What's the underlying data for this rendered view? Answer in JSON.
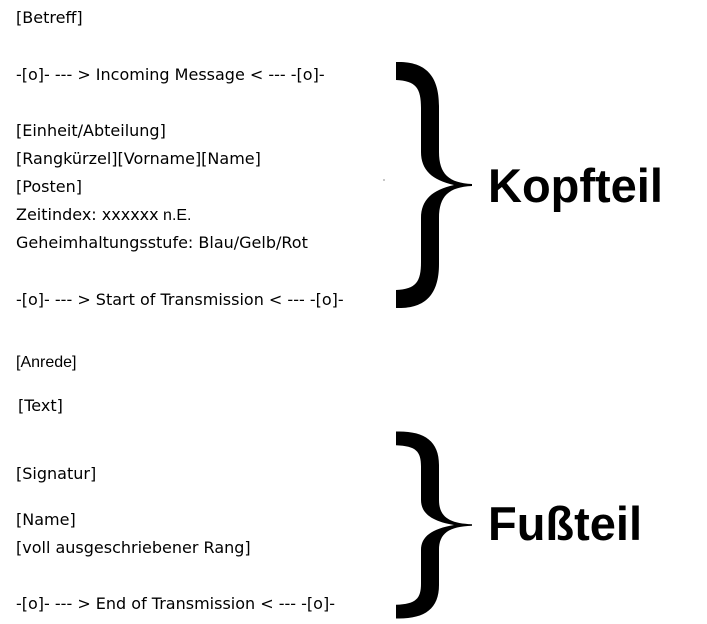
{
  "header": {
    "betreff": "[Betreff]",
    "incoming": "-[o]- --- > Incoming Message < --- -[o]-",
    "einheit": "[Einheit/Abteilung]",
    "rang_name": "[Rangkürzel][Vorname][Name]",
    "posten": "[Posten]",
    "zeitindex_label": "Zeitindex: ",
    "zeitindex_value": "xxxxxx",
    "zeitindex_suffix": " n.E.",
    "geheimhaltung": "Geheimhaltungsstufe: Blau/Gelb/Rot",
    "start": "-[o]- --- > Start of Transmission < --- -[o]-"
  },
  "body": {
    "anrede": "[Anrede]",
    "text": "[Text]"
  },
  "footer": {
    "signatur": "[Signatur]",
    "name": "[Name]",
    "rang": "[voll ausgeschriebener Rang]",
    "end": "-[o]- --- > End of Transmission < --- -[o]-"
  },
  "annotations": {
    "kopfteil": "Kopfteil",
    "fussteil": "Fußteil"
  }
}
